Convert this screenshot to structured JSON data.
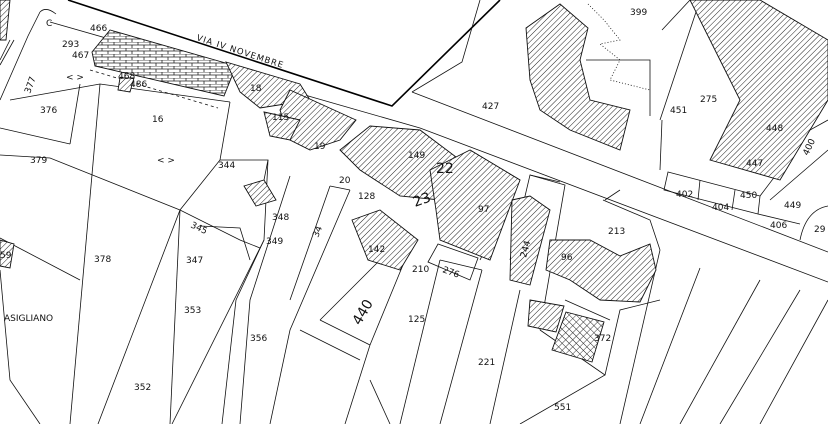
{
  "street": {
    "name": "VIA IV NOVEMBRE"
  },
  "place": {
    "name": "ASIGLIANO"
  },
  "grid_labels": {
    "c_letter": "C",
    "arrows_a": "< >",
    "arrows_b": "< >"
  },
  "parcels": {
    "p466": "466",
    "p293": "293",
    "p467": "467",
    "p468": "468",
    "p486": "486",
    "p377": "377",
    "p376": "376",
    "p16": "16",
    "p379": "379",
    "p18": "18",
    "p115": "115",
    "p19": "19",
    "p344": "344",
    "p20": "20",
    "p128": "128",
    "p149": "149",
    "p22": "22",
    "p23": "23",
    "p97": "97",
    "p348": "348",
    "p345": "345",
    "p349": "349",
    "p347": "347",
    "p34": "34",
    "p142": "142",
    "p210": "210",
    "p276": "276",
    "p244": "244",
    "p96": "96",
    "p213": "213",
    "p378": "378",
    "p353": "353",
    "p356": "356",
    "p440": "440",
    "p125": "125",
    "p221": "221",
    "p352": "352",
    "p551": "551",
    "p372": "372",
    "p59": "59",
    "p399": "399",
    "p427": "427",
    "p451": "451",
    "p275": "275",
    "p448": "448",
    "p447": "447",
    "p400": "400",
    "p402": "402",
    "p404": "404",
    "p450": "450",
    "p449": "449",
    "p406": "406",
    "p29": "29"
  }
}
